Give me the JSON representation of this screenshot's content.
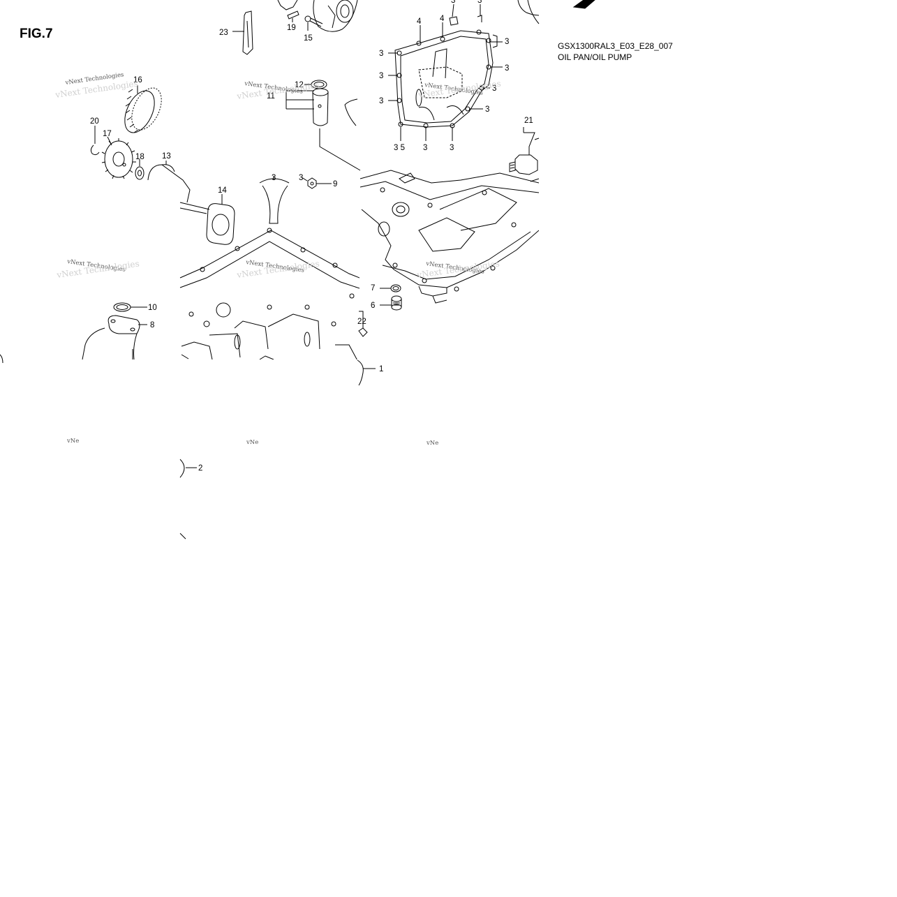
{
  "figure": {
    "label": "FIG.7",
    "code": "GSX1300RAL3_E03_E28_007",
    "title": "OIL PAN/OIL PUMP"
  },
  "watermark": {
    "text": "vNext Technologies",
    "clipped": "vNe"
  },
  "callouts": {
    "c1": "1",
    "c2": "2",
    "c3": "3",
    "c4": "4",
    "c35": "3 5",
    "c6": "6",
    "c7": "7",
    "c8": "8",
    "c9": "9",
    "c10": "10",
    "c11": "11",
    "c12": "12",
    "c13": "13",
    "c14": "14",
    "c15": "15",
    "c16": "16",
    "c17": "17",
    "c18": "18",
    "c19": "19",
    "c20": "20",
    "c21": "21",
    "c22": "22",
    "c23": "23"
  },
  "colors": {
    "line": "#000000",
    "background": "#ffffff"
  }
}
